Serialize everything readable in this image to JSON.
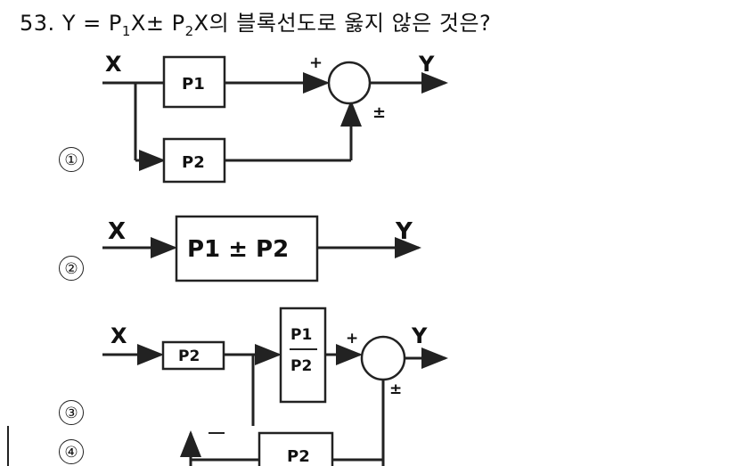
{
  "question": {
    "number": "53.",
    "y": "Y",
    "eq": "=",
    "p": "P",
    "sub1": "1",
    "x": "X",
    "pm": "±",
    "sub2": "2",
    "tail": "X의 블록선도로 옳지 않은 것은?"
  },
  "options": [
    {
      "marker": "①"
    },
    {
      "marker": "②"
    },
    {
      "marker": "③"
    },
    {
      "marker": "④"
    }
  ],
  "diagram1": {
    "input": "X",
    "output": "Y",
    "box_top": "P1",
    "box_bottom": "P2",
    "sign_top": "+",
    "sign_bottom": "±"
  },
  "diagram2": {
    "input": "X",
    "output": "Y",
    "box": "P1 ± P2"
  },
  "diagram3": {
    "input": "X",
    "output": "Y",
    "box_left": "P2",
    "box_num": "P1",
    "box_den": "P2",
    "sign_top": "+",
    "sign_bottom": "±"
  },
  "diagram4": {
    "box": "P2"
  }
}
